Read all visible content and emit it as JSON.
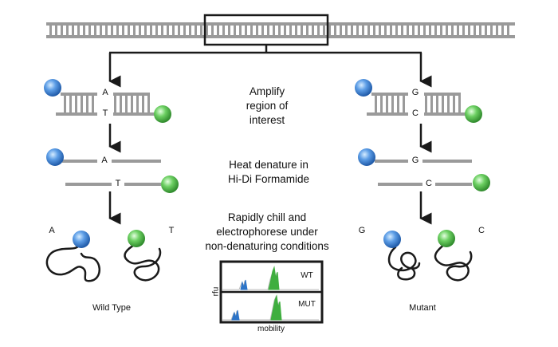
{
  "steps": {
    "amplify": [
      "Amplify",
      "region of",
      "interest"
    ],
    "denature": [
      "Heat denature in",
      "Hi-Di Formamide"
    ],
    "chill": [
      "Rapidly chill and",
      "electrophorese under",
      "non-denaturing conditions"
    ]
  },
  "wild_type": {
    "label": "Wild Type",
    "top_base": "A",
    "bottom_base": "T"
  },
  "mutant": {
    "label": "Mutant",
    "top_base": "G",
    "bottom_base": "C"
  },
  "electropherogram": {
    "y_axis_label": "rfu",
    "x_axis_label": "mobility",
    "panel_top_label": "WT",
    "panel_bottom_label": "MUT"
  },
  "colors": {
    "strand": "#9a9a9a",
    "blue_dye": "#3f7fd0",
    "green_dye": "#4cb84c",
    "outline": "#1a1a1a"
  }
}
